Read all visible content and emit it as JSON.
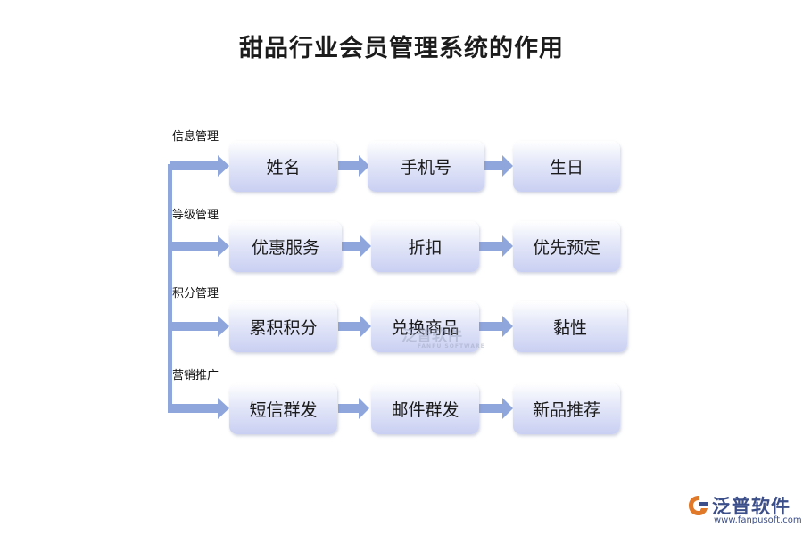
{
  "title": "甜品行业会员管理系统的作用",
  "colors": {
    "arrow": "#8fa6dc",
    "box_top": "#ffffff",
    "box_bottom": "#c9cff2",
    "logo": "#3c4f8a"
  },
  "rows": [
    {
      "category": "信息管理",
      "items": [
        "姓名",
        "手机号",
        "生日"
      ]
    },
    {
      "category": "等级管理",
      "items": [
        "优惠服务",
        "折扣",
        "优先预定"
      ]
    },
    {
      "category": "积分管理",
      "items": [
        "累积积分",
        "兑换商品",
        "黏性"
      ]
    },
    {
      "category": "营销推广",
      "items": [
        "短信群发",
        "邮件群发",
        "新品推荐"
      ]
    }
  ],
  "watermark": {
    "text": "泛普软件",
    "sub": "FANPU SOFTWARE"
  },
  "logo": {
    "name": "泛普软件",
    "url": "www.fanpusoft.com"
  }
}
